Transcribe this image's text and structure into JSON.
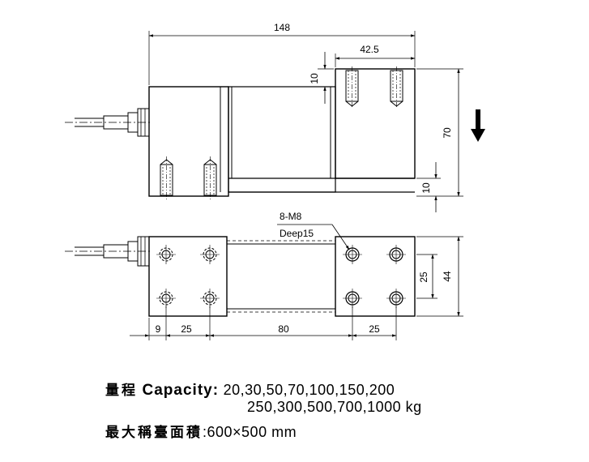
{
  "dimensions": {
    "overall_length": "148",
    "top_offset": "42.5",
    "top_boss_height": "10",
    "body_height": "70",
    "bottom_boss_height": "10",
    "hole_spec": "8-M8",
    "hole_depth": "Deep15",
    "hole_pitch_v": "25",
    "width": "44",
    "bottom_9": "9",
    "bottom_25a": "25",
    "bottom_80": "80",
    "bottom_25b": "25"
  },
  "caption": {
    "capacity_cjk": "量程",
    "capacity_label": "Capacity:",
    "capacity_line1": "20,30,50,70,100,150,200",
    "capacity_line2": "250,300,500,700,1000 kg",
    "platform_cjk": "最大稱臺面積",
    "platform_value": ":600×500  mm"
  },
  "icons": {
    "load_arrow": "down-arrow-icon"
  }
}
